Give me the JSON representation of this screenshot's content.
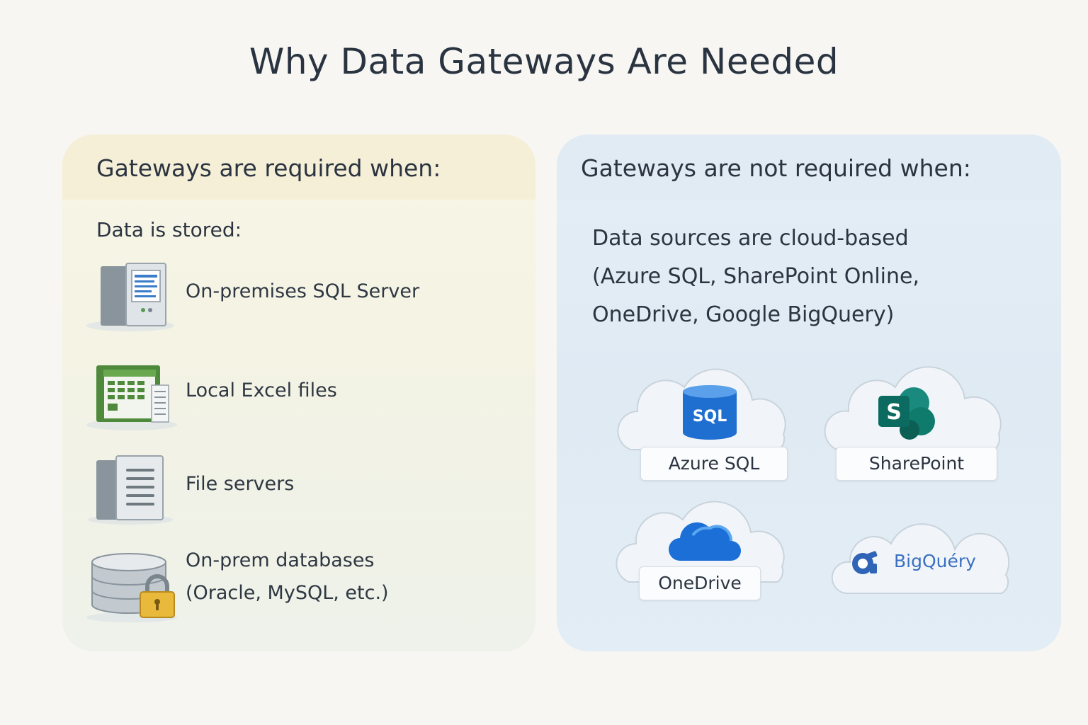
{
  "title": "Why Data Gateways Are Needed",
  "required": {
    "header": "Gateways are required when:",
    "subheading": "Data is stored:",
    "items": [
      {
        "label": "On-premises SQL Server",
        "icon": "server-icon"
      },
      {
        "label": "Local Excel files",
        "icon": "excel-file-icon"
      },
      {
        "label": "File servers",
        "icon": "file-server-icon"
      },
      {
        "label": "On-prem databases",
        "label_line2": "(Oracle, MySQL, etc.)",
        "icon": "locked-database-icon"
      }
    ]
  },
  "not_required": {
    "header": "Gateways are not required when:",
    "description_lines": [
      "Data sources are cloud-based",
      "(Azure SQL, SharePoint Online,",
      "OneDrive, Google BigQuery)"
    ],
    "services": [
      {
        "label": "Azure SQL",
        "icon": "azure-sql-icon",
        "icon_text": "SQL"
      },
      {
        "label": "SharePoint",
        "icon": "sharepoint-icon",
        "icon_text": "S"
      },
      {
        "label": "OneDrive",
        "icon": "onedrive-icon"
      },
      {
        "label": "BigQuéry",
        "icon": "bigquery-icon"
      }
    ]
  },
  "colors": {
    "title": "#2a3441",
    "required_panel": "#f5efd7",
    "not_required_panel": "#e1ebf4",
    "azure_blue": "#1f6fd0",
    "sharepoint_green": "#0f7b6c",
    "onedrive_blue": "#1c6fd6",
    "bigquery_blue": "#3a6fc1"
  }
}
